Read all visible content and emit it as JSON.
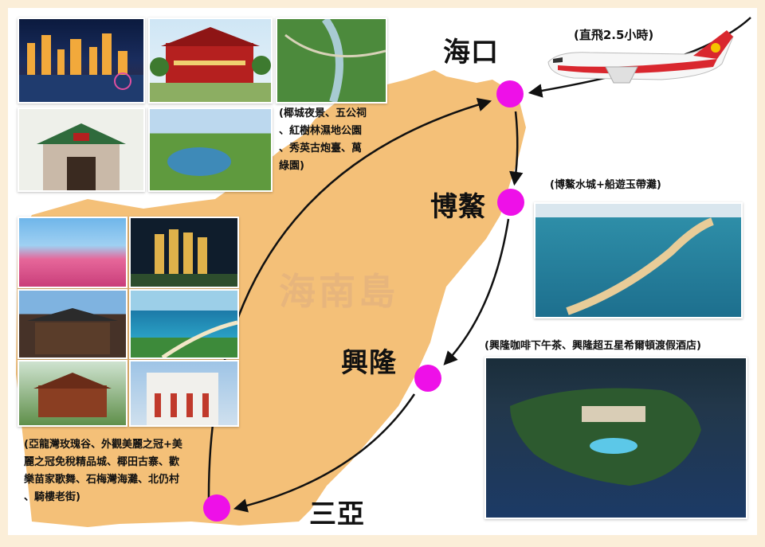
{
  "island": {
    "name": "海南島"
  },
  "flight": {
    "note": "(直飛2.5小時)"
  },
  "stops": [
    {
      "name": "海口",
      "desc": "(椰城夜景、五公祠、紅樹林濕地公園、秀英古炮臺、萬綠園)"
    },
    {
      "name": "博鰲",
      "desc": "(博鰲水城+船遊玉帶灘)"
    },
    {
      "name": "興隆",
      "desc": "(興隆咖啡下午茶、興隆超五星希爾頓渡假酒店)"
    },
    {
      "name": "三亞",
      "desc": "(亞龍灣玫瑰谷、外觀美麗之冠+美麗之冠免稅精品城、椰田古寨、歡樂苗家歌舞、石梅灣海灘、北仍村、騎樓老街)"
    }
  ],
  "colors": {
    "island": "#f4c078",
    "marker": "#ee10e8",
    "route": "#111111",
    "plane_tail": "#d9272e"
  },
  "haikou_desc_lines": [
    "(椰城夜景、五公祠",
    "、紅樹林濕地公園",
    "、秀英古炮臺、萬",
    "綠園)"
  ],
  "sanya_desc_lines": [
    "(亞龍灣玫瑰谷、外觀美麗之冠+美",
    "麗之冠免稅精品城、椰田古寨、歡",
    "樂苗家歌舞、石梅灣海灘、北仍村",
    "、騎樓老街)"
  ]
}
